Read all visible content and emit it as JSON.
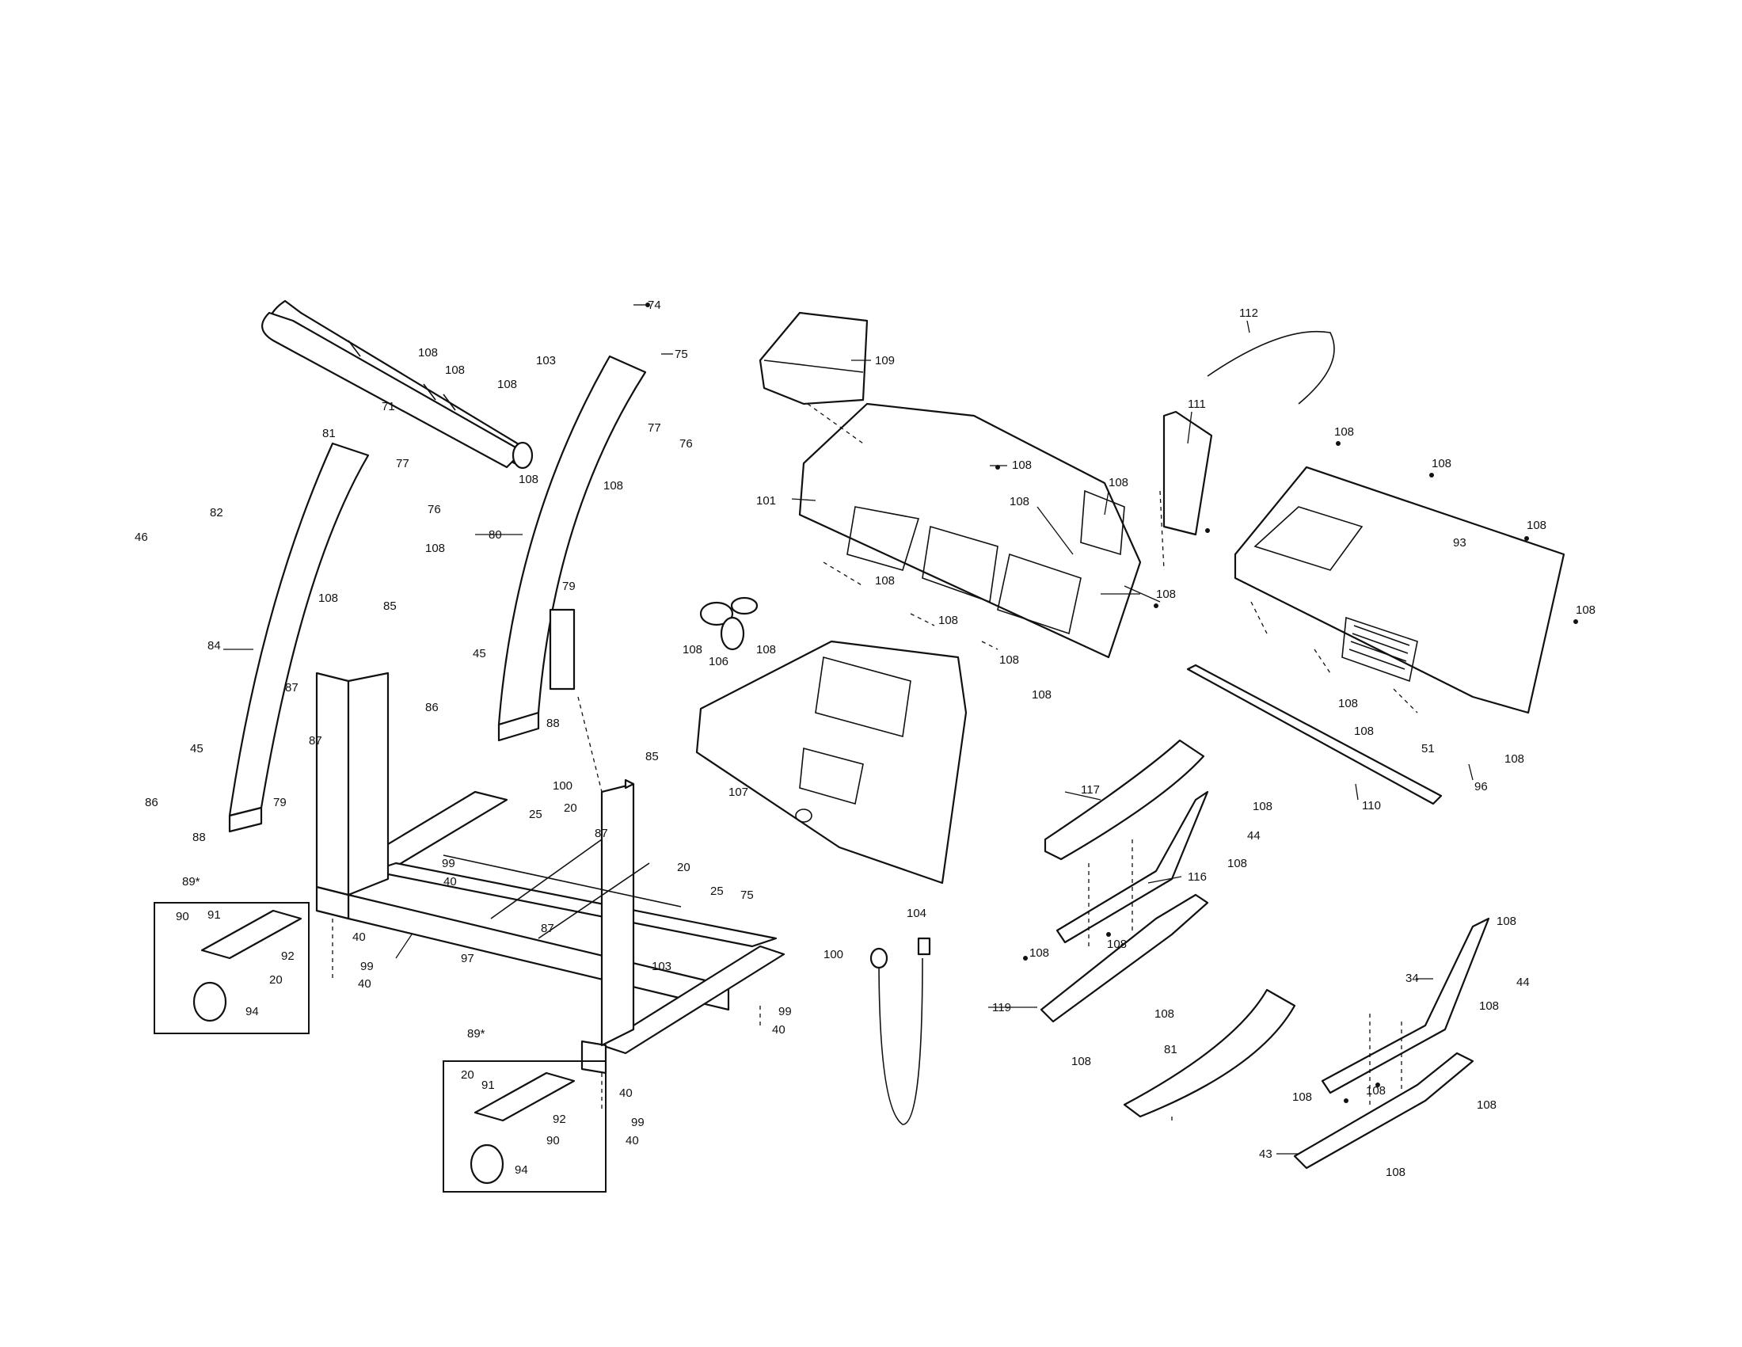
{
  "callouts": {
    "c74": "74",
    "c75a": "75",
    "c109": "109",
    "c112": "112",
    "c111": "111",
    "c108_a": "108",
    "c108_b": "108",
    "c71": "71",
    "c103a": "103",
    "c108_c": "108",
    "c77a": "77",
    "c76a": "76",
    "c108_d": "108",
    "c108_e": "108",
    "c81a": "81",
    "c77b": "77",
    "c76b": "76",
    "c46": "46",
    "c82": "82",
    "c108_f": "108",
    "c108_g": "108",
    "c80": "80",
    "c101": "101",
    "c108_h": "108",
    "c108_i": "108",
    "c108_j": "108",
    "c108_k": "108",
    "c108_l": "108",
    "c108_m": "108",
    "c93": "93",
    "c108_n": "108",
    "c108_o": "108",
    "c85a": "85",
    "c79a": "79",
    "c84": "84",
    "c45a": "45",
    "c86a": "86",
    "c87a": "87",
    "c87b": "87",
    "c45b": "45",
    "c86b": "86",
    "c79b": "79",
    "c88a": "88",
    "c88b": "88",
    "c100a": "100",
    "c25a": "25",
    "c20a": "20",
    "c87c": "87",
    "c85b": "85",
    "c99a": "99",
    "c40a": "40",
    "c106": "106",
    "c108_p": "108",
    "c108_q": "108",
    "c108_r": "108",
    "c108_s": "108",
    "c108_t": "108",
    "c108_u": "108",
    "c107": "107",
    "c117": "117",
    "c108_v": "108",
    "c44a": "44",
    "c108_w": "108",
    "c110": "110",
    "c51": "51",
    "c96": "96",
    "c108_x": "108",
    "c108_y": "108",
    "c108_z": "108",
    "c116": "116",
    "c89a": "89*",
    "c91a": "91",
    "c90a": "90",
    "c92a": "92",
    "c20b": "20",
    "c94a": "94",
    "c40b": "40",
    "c99b": "99",
    "c40c": "40",
    "c97": "97",
    "c20c": "20",
    "c25b": "25",
    "c75b": "75",
    "c87d": "87",
    "c103b": "103",
    "c100b": "100",
    "c99c": "99",
    "c40d": "40",
    "c104": "104",
    "c108_aa": "108",
    "c108_ab": "108",
    "c119": "119",
    "c108_ac": "108",
    "c108_ad": "108",
    "c108_ae": "108",
    "c34": "34",
    "c44b": "44",
    "c108_af": "108",
    "c89b": "89*",
    "c20d": "20",
    "c91b": "91",
    "c92b": "92",
    "c90b": "90",
    "c94b": "94",
    "c40e": "40",
    "c99d": "99",
    "c40f": "40",
    "c81b": "81",
    "c108_ag": "108",
    "c108_ah": "108",
    "c108_ai": "108",
    "c43": "43",
    "c108_aj": "108"
  }
}
